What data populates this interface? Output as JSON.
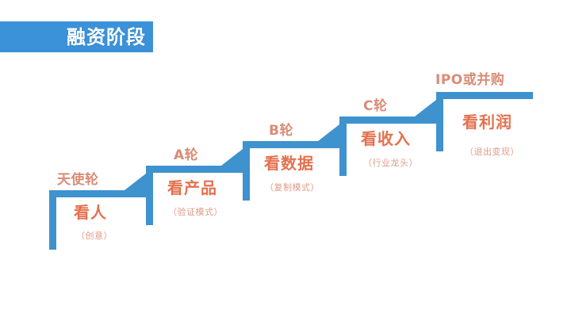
{
  "banner": {
    "title": "融资阶段",
    "background_color": "#3b92d8",
    "text_color": "#ffffff"
  },
  "colors": {
    "step_blue": "#3e92ce",
    "banner_blue": "#3b92d8",
    "round_text": "#d98c76",
    "focus_text": "#e3714f",
    "note_text": "#dd9b88",
    "background": "#ffffff"
  },
  "diagram": {
    "type": "staircase",
    "direction": "ascending-left-to-right",
    "step_count": 5,
    "steps": [
      {
        "index": 1,
        "round": "天使轮",
        "focus": "看人",
        "note": "（创意）",
        "arrow_icon": "triangle-up-right-icon"
      },
      {
        "index": 2,
        "round": "A轮",
        "focus": "看产品",
        "note": "（验证模式）",
        "arrow_icon": "triangle-up-right-icon"
      },
      {
        "index": 3,
        "round": "B轮",
        "focus": "看数据",
        "note": "（复制模式）",
        "arrow_icon": "triangle-up-right-icon"
      },
      {
        "index": 4,
        "round": "C轮",
        "focus": "看收入",
        "note": "（行业龙头）",
        "arrow_icon": "triangle-up-right-icon"
      },
      {
        "index": 5,
        "round": "IPO或并购",
        "focus": "看利润",
        "note": "（退出变现）",
        "arrow_icon": "none"
      }
    ]
  }
}
